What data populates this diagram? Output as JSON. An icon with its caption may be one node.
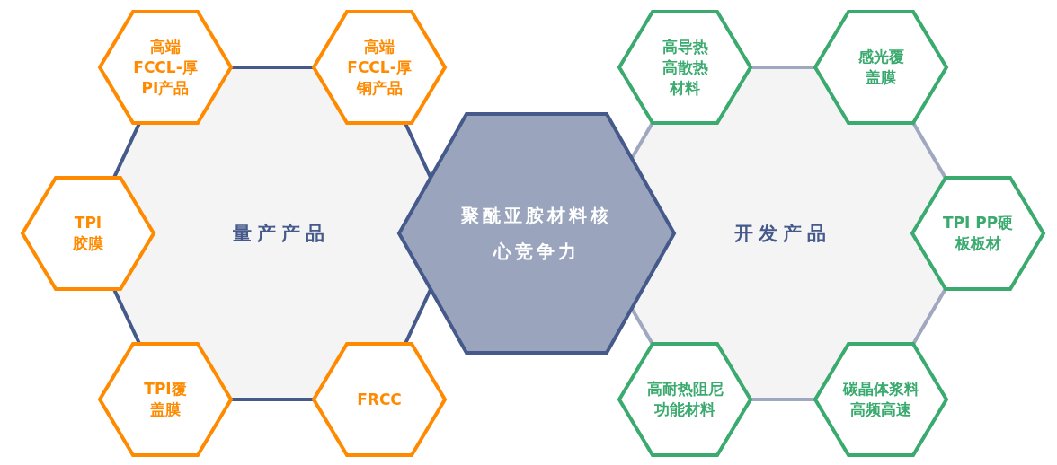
{
  "diagram": {
    "nodes": [
      {
        "text": [
          "量产产品"
        ]
      },
      {
        "text": [
          "高端FCCL-厚PI产品"
        ]
      },
      {
        "text": [
          "高端FCCL-厚铜产品"
        ]
      },
      {
        "text": [
          "TPI胶膜"
        ]
      },
      {
        "text": [
          "TPI覆盖膜"
        ]
      },
      {
        "text": [
          "FRCC"
        ]
      },
      {
        "text": [
          "聚酰亚胺材料核心竞争力"
        ]
      },
      {
        "text": [
          "开发产品"
        ]
      },
      {
        "text": [
          "高导热高散热材料"
        ]
      },
      {
        "text": [
          "感光覆盖膜"
        ]
      },
      {
        "text": [
          "TPI PP硬板板材"
        ]
      },
      {
        "text": [
          "高耐热阻尼功能材料"
        ]
      },
      {
        "text": [
          "碳晶体浆料高频高速"
        ]
      }
    ],
    "edges": []
  }
}
